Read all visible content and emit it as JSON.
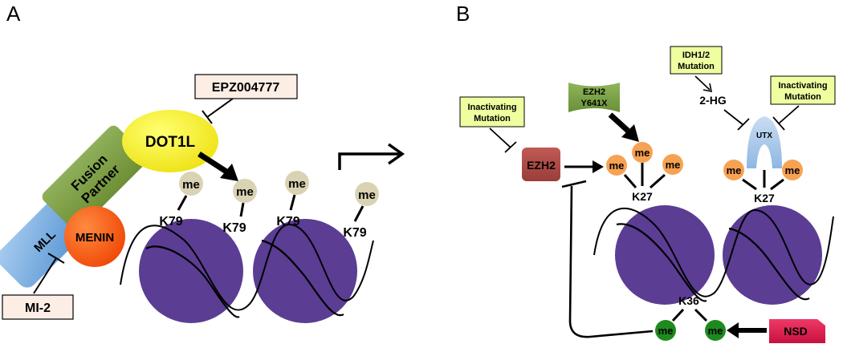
{
  "panels": {
    "a": "A",
    "b": "B"
  },
  "panel_a": {
    "inhibitor_dot1l": "EPZ004777",
    "inhibitor_menin": "MI-2",
    "dot1l": "DOT1L",
    "fusion_line1": "Fusion",
    "fusion_line2": "Partner",
    "mll": "MLL",
    "menin": "MENIN",
    "methyl": "me",
    "residue": "K79"
  },
  "panel_b": {
    "inactivating_line1": "Inactivating",
    "inactivating_line2": "Mutation",
    "idh_line1": "IDH1/2",
    "idh_line2": "Mutation",
    "ezh2_mut_line1": "EZH2",
    "ezh2_mut_line2": "Y641X",
    "metabolite": "2-HG",
    "utx": "UTX",
    "ezh2": "EZH2",
    "methyl": "me",
    "residue_k27": "K27",
    "residue_k36": "K36",
    "nsd": "NSD"
  },
  "colors": {
    "nucleosome": "#5b3d94",
    "dot1l": "#f5ef1a",
    "fusion": "#7a9a3f",
    "mll": "#6fa8dc",
    "menin": "#ff5a14",
    "methyl_a": "#d9d3b4",
    "methyl_orange": "#f7a253",
    "methyl_green": "#1e8a1e",
    "ezh2": "#a94a45",
    "nsd": "#d81c50",
    "inhibitor_box": "#fdeee5",
    "mutation_box": "#efffa0",
    "ezh2_mut_banner": "#7aa246",
    "utx": "#9fc3e7"
  }
}
